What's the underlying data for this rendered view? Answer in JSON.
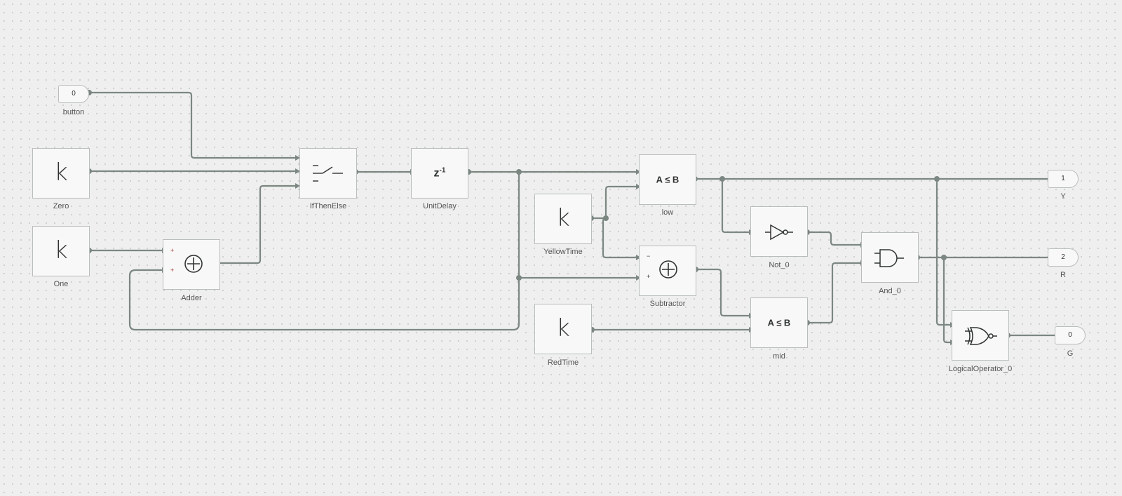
{
  "diagram": {
    "blocks": {
      "zero": {
        "label": "Zero",
        "symbol": "k"
      },
      "one": {
        "label": "One",
        "symbol": "k"
      },
      "yellowtime": {
        "label": "YellowTime",
        "symbol": "k"
      },
      "redtime": {
        "label": "RedTime",
        "symbol": "k"
      },
      "adder": {
        "label": "Adder",
        "signs": [
          "+",
          "+"
        ]
      },
      "ifthenelse": {
        "label": "IfThenElse"
      },
      "unitdelay": {
        "label": "UnitDelay",
        "symbol": "z",
        "exponent": "-1"
      },
      "low": {
        "label": "low",
        "symbol": "A ≤ B"
      },
      "subtractor": {
        "label": "Subtractor",
        "signs": [
          "−",
          "+"
        ]
      },
      "mid": {
        "label": "mid",
        "symbol": "A ≤ B"
      },
      "not0": {
        "label": "Not_0"
      },
      "and0": {
        "label": "And_0"
      },
      "logicaloperator0": {
        "label": "LogicalOperator_0"
      }
    },
    "inports": {
      "button": {
        "label": "button",
        "number": "0"
      }
    },
    "outports": {
      "y": {
        "label": "Y",
        "number": "1"
      },
      "r": {
        "label": "R",
        "number": "2"
      },
      "g": {
        "label": "G",
        "number": "0"
      }
    },
    "colors": {
      "background": "#efefef",
      "block_fill": "#f8f8f8",
      "block_border": "#b9bebc",
      "wire": "#7c8782",
      "sign": "#a0342f"
    }
  }
}
